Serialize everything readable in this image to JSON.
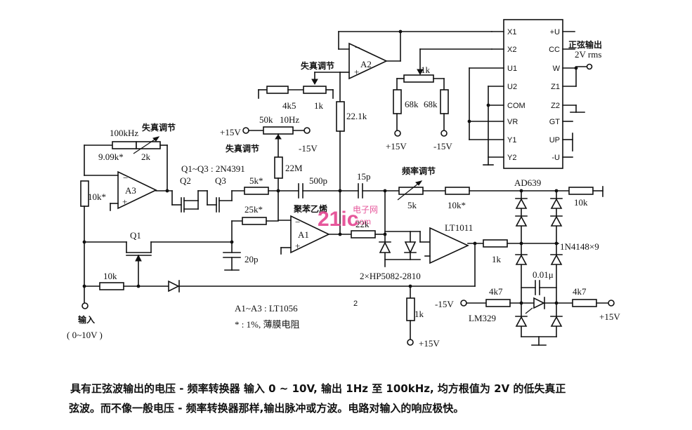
{
  "ic": {
    "pins_left": [
      "X1",
      "X2",
      "U1",
      "U2",
      "COM",
      "VR",
      "Y1",
      "Y2"
    ],
    "pins_right": [
      "+U",
      "CC",
      "W",
      "Z1",
      "Z2",
      "GT",
      "UP",
      "-U"
    ],
    "name": "AD639"
  },
  "labels": {
    "sine_out": "正弦输出",
    "sine_level": "2V rms",
    "distortion": "失真调节",
    "freq_adjust": "频率调节",
    "poly_cap": "聚苯乙烯",
    "r_4k5": "4k5",
    "r_1k_top": "1k",
    "r_22_1k": "22.1k",
    "r_1k_pot": "1k",
    "r_68k_a": "68k",
    "r_68k_b": "68k",
    "plus15_mid": "+15V",
    "minus15_mid": "-15V",
    "plus15_left": "+15V",
    "r_50k": "50k",
    "f_10hz": "10Hz",
    "minus15_left": "-15V",
    "r_22m": "22M",
    "c_500p": "500p",
    "c_15p": "15p",
    "r_5k_pot": "5k",
    "r_10k_star": "10k*",
    "r_10k_out": "10k",
    "freq_100k": "100kHz",
    "r_909k": "9.09k*",
    "r_2k": "2k",
    "q_types": "Q1~Q3 : 2N4391",
    "q2": "Q2",
    "q3": "Q3",
    "r_5k_star": "5k*",
    "r_25k_star": "25k*",
    "r_10k_a3": "10k*",
    "a3": "A3",
    "a1": "A1",
    "a2": "A2",
    "r_22k": "22k",
    "lt1011": "LT1011",
    "in4148": "1N4148×9",
    "q1": "Q1",
    "c_20p": "20p",
    "r_10k_in": "10k",
    "hp_diodes": "2×HP5082-2810",
    "r_1k_lt": "1k",
    "c_001u": "0.01μ",
    "r_4k7_a": "4k7",
    "r_4k7_b": "4k7",
    "minus15_br": "-15V",
    "plus15_br": "+15V",
    "lm329": "LM329",
    "input": "输入",
    "input_range": "( 0~10V )",
    "opamps": "A1~A3 : LT1056",
    "note": "* : 1%, 薄膜电阻",
    "r_1k_bot": "1k",
    "plus15_bot": "+15V",
    "mark": "2"
  },
  "watermark": {
    "logo": "21ic",
    "line1": "电子网",
    "line2": ".com"
  },
  "caption": {
    "line1": "具有正弦波输出的电压 - 频率转换器   输入 0 ~ 10V, 输出 1Hz 至 100kHz, 均方根值为 2V 的低失真正",
    "line2": "弦波。而不像一般电压 - 频率转换器那样,输出脉冲或方波。电路对输入的响应极快。"
  }
}
